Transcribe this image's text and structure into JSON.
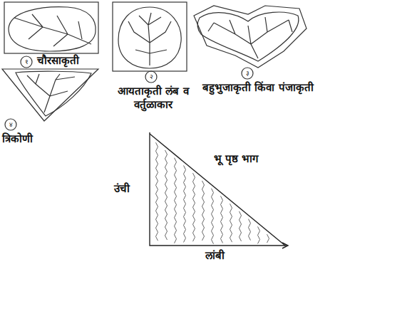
{
  "diagram": {
    "labels": [
      "१",
      "चौरसाकृती",
      "२",
      "आयताकृती लंब व वर्तुळाकार",
      "३",
      "बहुभुजाकृती किंवा पंजाकृती",
      "४",
      "त्रिकोणी",
      "उंची",
      "भू पृष्ठ भाग",
      "लांबी"
    ]
  }
}
